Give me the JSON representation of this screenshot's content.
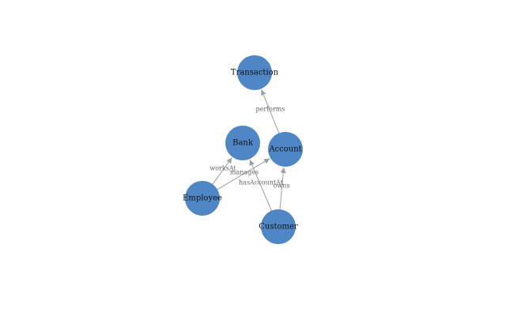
{
  "graph": {
    "nodes": [
      {
        "id": "transaction",
        "label": "Transaction"
      },
      {
        "id": "bank",
        "label": "Bank"
      },
      {
        "id": "account",
        "label": "Account"
      },
      {
        "id": "employee",
        "label": "Employee"
      },
      {
        "id": "customer",
        "label": "Customer"
      }
    ],
    "edges": [
      {
        "id": "performs",
        "from": "account",
        "to": "transaction",
        "label": "performs"
      },
      {
        "id": "worksAt",
        "from": "employee",
        "to": "bank",
        "label": "worksAt"
      },
      {
        "id": "manages",
        "from": "employee",
        "to": "account",
        "label": "manages"
      },
      {
        "id": "hasAccountAt",
        "from": "customer",
        "to": "bank",
        "label": "hasAccountAt"
      },
      {
        "id": "owns",
        "from": "customer",
        "to": "account",
        "label": "owns"
      }
    ]
  }
}
